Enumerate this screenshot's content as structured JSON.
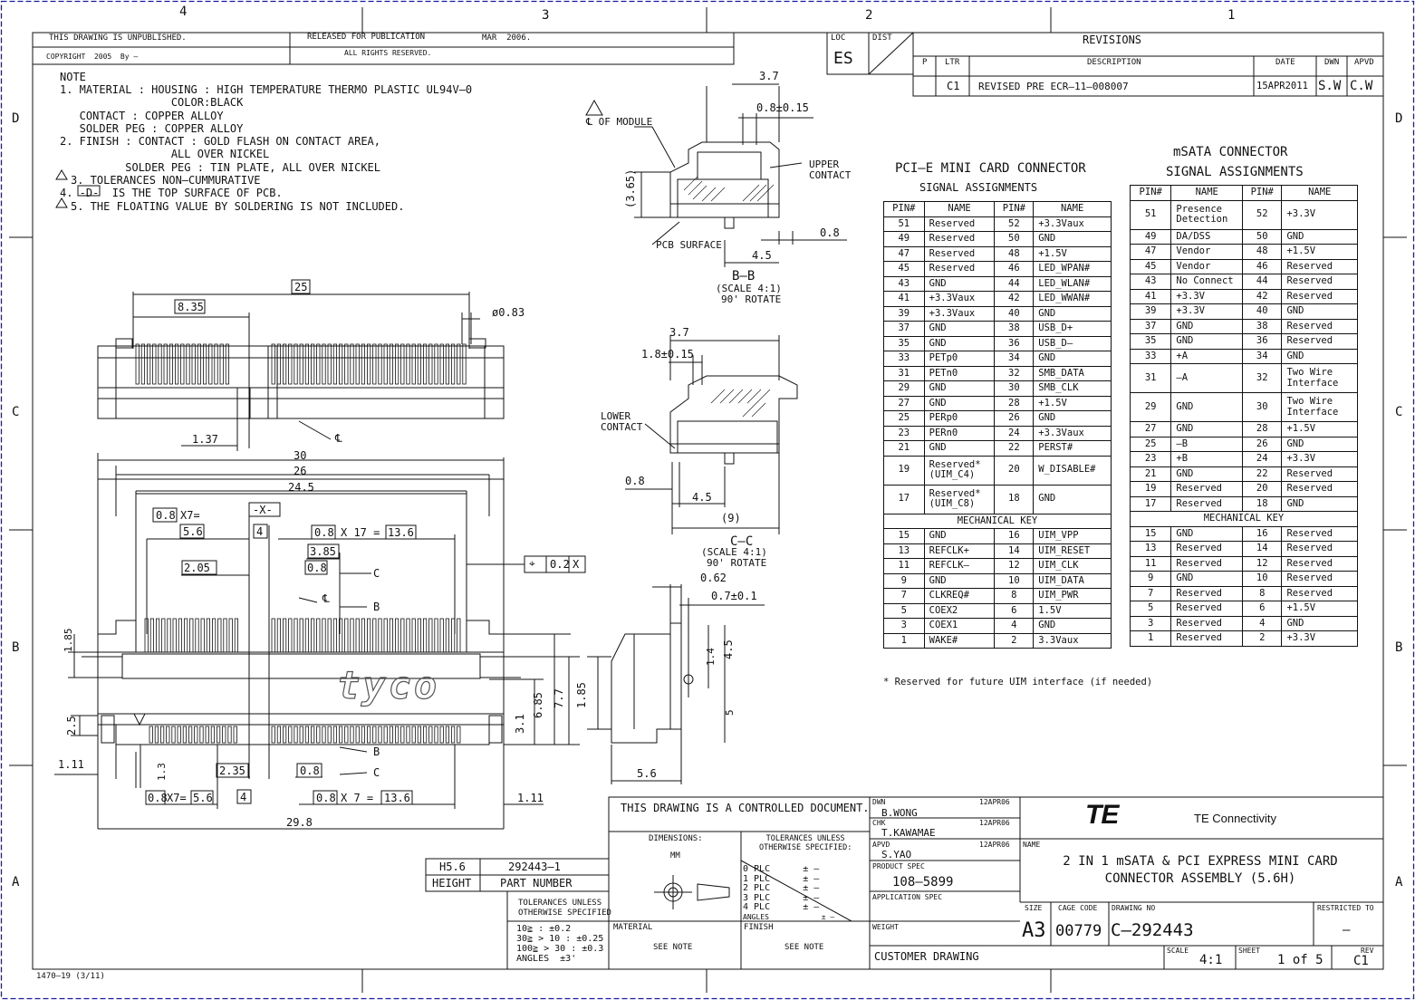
{
  "zones": {
    "cols": [
      "4",
      "3",
      "2",
      "1"
    ],
    "rows": [
      "D",
      "C",
      "B",
      "A"
    ]
  },
  "header": {
    "unpublished": "THIS DRAWING IS UNPUBLISHED.",
    "copyright": "COPYRIGHT  2005  By –",
    "released": "RELEASED FOR PUBLICATION",
    "date": "MAR  2006.",
    "rights": "ALL RIGHTS RESERVED.",
    "loc_label": "LOC",
    "loc_value": "ES",
    "dist_label": "DIST"
  },
  "revisions": {
    "title": "REVISIONS",
    "headers": [
      "P",
      "LTR",
      "DESCRIPTION",
      "DATE",
      "DWN",
      "APVD"
    ],
    "row": [
      "",
      "C1",
      "REVISED PRE ECR–11–008007",
      "15APR2011",
      "S.W",
      "C.W"
    ]
  },
  "notes": {
    "heading": "NOTE",
    "lines": [
      "1. MATERIAL : HOUSING : HIGH TEMPERATURE THERMO PLASTIC UL94V–0",
      "                 COLOR:BLACK",
      "   CONTACT : COPPER ALLOY",
      "   SOLDER PEG : COPPER ALLOY",
      "2. FINISH : CONTACT : GOLD FLASH ON CONTACT AREA,",
      "                 ALL OVER NICKEL",
      "          SOLDER PEG : TIN PLATE, ALL OVER NICKEL",
      "3. TOLERANCES NON–CUMMURATIVE",
      "4. -D-  IS THE TOP SURFACE OF PCB.",
      "5. THE FLOATING VALUE BY SOLDERING IS NOT INCLUDED."
    ]
  },
  "sections": {
    "bb_title": "B–B",
    "bb_scale": "(SCALE 4:1)",
    "bb_rotate": "90' ROTATE",
    "cc_title": "C–C",
    "cc_scale": "(SCALE 4:1)",
    "cc_rotate": "90' ROTATE",
    "module": "℄ OF MODULE",
    "upper": "UPPER\nCONTACT",
    "lower": "LOWER\nCONTACT",
    "pcb": "PCB SURFACE"
  },
  "dims": {
    "d_3_7a": "3.7",
    "d_08a": "0.8±0.15",
    "d_365": "(3.65)",
    "d_08b": "0.8",
    "d_45a": "4.5",
    "d_3_7b": "3.7",
    "d_18": "1.8±0.15",
    "d_08c": "0.8",
    "d_45b": "4.5",
    "d_9": "(9)",
    "d_062": "0.62",
    "d_07": "0.7±0.1",
    "d_14": "1.4",
    "d_45c": "4.5",
    "d_5": "5",
    "d_56": "5.6",
    "d_25": "25",
    "d_835": "8.35",
    "d_083": "ø0.83",
    "d_137": "1.37",
    "cl": "℄",
    "d_30": "30",
    "d_26": "26",
    "d_245": "24.5",
    "d_08x7": "0.8",
    "x7": "X7=",
    "d_56b": "5.6",
    "datum_x": "-X-",
    "d_4": "4",
    "d_08x17": "0.8",
    "x17": "X 17 =",
    "d_136": "13.6",
    "d_385": "3.85",
    "d_205": "2.05",
    "d_08d": "0.8",
    "tol_pos": "⌖",
    "tol_val": "0.2",
    "tol_x": "X",
    "c_lbl": "C",
    "b_lbl": "B",
    "d_185a": "1.85",
    "d_685": "6.85",
    "d_77": "7.7",
    "d_185b": "1.85",
    "d_31": "3.1",
    "d_25b": "2.5",
    "d_111a": "1.11",
    "d_13": "1.3",
    "d_235": "2.35",
    "d_08e": "0.8",
    "d_08f": "0.8",
    "x7b": "X7=",
    "d_56c": "5.6",
    "d_4b": "4",
    "d_08g": "0.8",
    "x7c": "X 7 =",
    "d_136b": "13.6",
    "d_111b": "1.11",
    "d_298": "29.8",
    "brand": "tyco"
  },
  "pcie_table": {
    "title": "PCI–E MINI CARD CONNECTOR",
    "subtitle": "SIGNAL ASSIGNMENTS",
    "headers": [
      "PIN#",
      "NAME",
      "PIN#",
      "NAME"
    ],
    "rows": [
      [
        "51",
        "Reserved",
        "52",
        "+3.3Vaux"
      ],
      [
        "49",
        "Reserved",
        "50",
        "GND"
      ],
      [
        "47",
        "Reserved",
        "48",
        "+1.5V"
      ],
      [
        "45",
        "Reserved",
        "46",
        "LED_WPAN#"
      ],
      [
        "43",
        "GND",
        "44",
        "LED_WLAN#"
      ],
      [
        "41",
        "+3.3Vaux",
        "42",
        "LED_WWAN#"
      ],
      [
        "39",
        "+3.3Vaux",
        "40",
        "GND"
      ],
      [
        "37",
        "GND",
        "38",
        "USB_D+"
      ],
      [
        "35",
        "GND",
        "36",
        "USB_D–"
      ],
      [
        "33",
        "PETp0",
        "34",
        "GND"
      ],
      [
        "31",
        "PETn0",
        "32",
        "SMB_DATA"
      ],
      [
        "29",
        "GND",
        "30",
        "SMB_CLK"
      ],
      [
        "27",
        "GND",
        "28",
        "+1.5V"
      ],
      [
        "25",
        "PERp0",
        "26",
        "GND"
      ],
      [
        "23",
        "PERn0",
        "24",
        "+3.3Vaux"
      ],
      [
        "21",
        "GND",
        "22",
        "PERST#"
      ],
      [
        "19",
        "Reserved*\n(UIM_C4)",
        "20",
        "W_DISABLE#"
      ],
      [
        "17",
        "Reserved*\n(UIM_C8)",
        "18",
        "GND"
      ],
      [
        "MECHANICAL KEY"
      ],
      [
        "15",
        "GND",
        "16",
        "UIM_VPP"
      ],
      [
        "13",
        "REFCLK+",
        "14",
        "UIM_RESET"
      ],
      [
        "11",
        "REFCLK–",
        "12",
        "UIM_CLK"
      ],
      [
        "9",
        "GND",
        "10",
        "UIM_DATA"
      ],
      [
        "7",
        "CLKREQ#",
        "8",
        "UIM_PWR"
      ],
      [
        "5",
        "COEX2",
        "6",
        "1.5V"
      ],
      [
        "3",
        "COEX1",
        "4",
        "GND"
      ],
      [
        "1",
        "WAKE#",
        "2",
        "3.3Vaux"
      ]
    ],
    "footnote": "* Reserved for future UIM interface (if needed)"
  },
  "msata_table": {
    "title": "mSATA CONNECTOR",
    "subtitle": "SIGNAL ASSIGNMENTS",
    "headers": [
      "PIN#",
      "NAME",
      "PIN#",
      "NAME"
    ],
    "rows": [
      [
        "51",
        "Presence\nDetection",
        "52",
        "+3.3V"
      ],
      [
        "49",
        "DA/DSS",
        "50",
        "GND"
      ],
      [
        "47",
        "Vendor",
        "48",
        "+1.5V"
      ],
      [
        "45",
        "Vendor",
        "46",
        "Reserved"
      ],
      [
        "43",
        "No Connect",
        "44",
        "Reserved"
      ],
      [
        "41",
        "+3.3V",
        "42",
        "Reserved"
      ],
      [
        "39",
        "+3.3V",
        "40",
        "GND"
      ],
      [
        "37",
        "GND",
        "38",
        "Reserved"
      ],
      [
        "35",
        "GND",
        "36",
        "Reserved"
      ],
      [
        "33",
        "+A",
        "34",
        "GND"
      ],
      [
        "31",
        "–A",
        "32",
        "Two Wire\nInterface"
      ],
      [
        "29",
        "GND",
        "30",
        "Two Wire\nInterface"
      ],
      [
        "27",
        "GND",
        "28",
        "+1.5V"
      ],
      [
        "25",
        "–B",
        "26",
        "GND"
      ],
      [
        "23",
        "+B",
        "24",
        "+3.3V"
      ],
      [
        "21",
        "GND",
        "22",
        "Reserved"
      ],
      [
        "19",
        "Reserved",
        "20",
        "Reserved"
      ],
      [
        "17",
        "Reserved",
        "18",
        "GND"
      ],
      [
        "MECHANICAL KEY"
      ],
      [
        "15",
        "GND",
        "16",
        "Reserved"
      ],
      [
        "13",
        "Reserved",
        "14",
        "Reserved"
      ],
      [
        "11",
        "Reserved",
        "12",
        "Reserved"
      ],
      [
        "9",
        "GND",
        "10",
        "Reserved"
      ],
      [
        "7",
        "Reserved",
        "8",
        "Reserved"
      ],
      [
        "5",
        "Reserved",
        "6",
        "+1.5V"
      ],
      [
        "3",
        "Reserved",
        "4",
        "GND"
      ],
      [
        "1",
        "Reserved",
        "2",
        "+3.3V"
      ]
    ]
  },
  "part": {
    "height_val": "H5.6",
    "part_val": "292443–1",
    "height_lbl": "HEIGHT",
    "part_lbl": "PART NUMBER"
  },
  "title_block": {
    "controlled": "THIS DRAWING IS A CONTROLLED DOCUMENT.",
    "dimensions": "DIMENSIONS:",
    "mm": "MM",
    "tol_head": "TOLERANCES UNLESS\nOTHERWISE SPECIFIED:",
    "tol_rows": [
      "0 PLC      ± –",
      "1 PLC      ± –",
      "2 PLC      ± –",
      "3 PLC      ± –",
      "4 PLC      ± –",
      "ANGLES            ± –"
    ],
    "tol2_head": "TOLERANCES UNLESS\nOTHERWISE SPECIFIED",
    "tol2_rows": [
      "10≧ : ±0.2",
      "30≧ > 10 : ±0.25",
      "100≧ > 30 : ±0.3",
      "ANGLES  ±3'"
    ],
    "material_lbl": "MATERIAL",
    "material_val": "SEE NOTE",
    "finish_lbl": "FINISH",
    "finish_val": "SEE NOTE",
    "dwn_lbl": "DWN",
    "dwn_val": "B.WONG",
    "dwn_date": "12APR06",
    "chk_lbl": "CHK",
    "chk_val": "T.KAWAMAE",
    "chk_date": "12APR06",
    "apvd_lbl": "APVD",
    "apvd_val": "S.YAO",
    "apvd_date": "12APR06",
    "prod_lbl": "PRODUCT SPEC",
    "prod_val": "108–5899",
    "app_lbl": "APPLICATION SPEC",
    "weight_lbl": "WEIGHT",
    "customer": "CUSTOMER DRAWING",
    "company_logo": "TE",
    "company": "TE Connectivity",
    "name_lbl": "NAME",
    "name_val": "2 IN 1 mSATA & PCI EXPRESS MINI CARD\nCONNECTOR ASSEMBLY (5.6H)",
    "size_lbl": "SIZE",
    "size_val": "A3",
    "cage_lbl": "CAGE CODE",
    "cage_val": "00779",
    "dwg_lbl": "DRAWING NO",
    "dwg_val": "C–292443",
    "restricted_lbl": "RESTRICTED TO",
    "restricted_val": "–",
    "scale_lbl": "SCALE",
    "scale_val": "4:1",
    "sheet_lbl": "SHEET",
    "sheet_val": "1 of 5",
    "rev_lbl": "REV",
    "rev_val": "C1"
  },
  "form_no": "1470–19 (3/11)"
}
